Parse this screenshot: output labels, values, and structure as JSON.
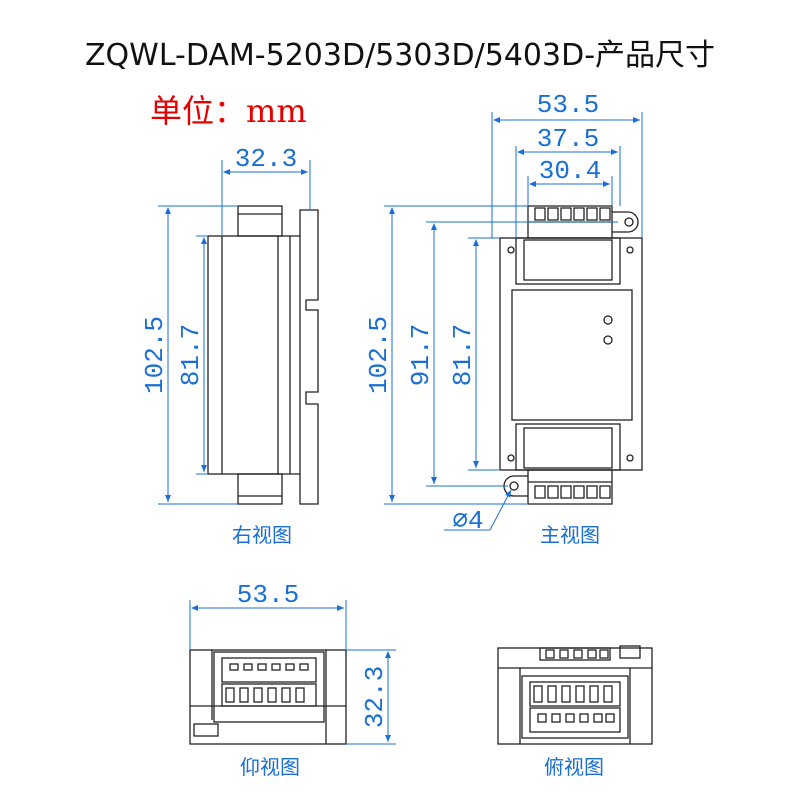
{
  "title": "ZQWL-DAM-5203D/5303D/5403D-产品尺寸",
  "unit_label": "单位：mm",
  "colors": {
    "outline": "#222222",
    "dimension": "#1a6fd6",
    "unit": "#e60000",
    "label": "#1a6fd6"
  },
  "views": {
    "right": {
      "label": "右视图",
      "width": "32.3",
      "height_total": "102.5",
      "height_body": "81.7"
    },
    "front": {
      "label": "主视图",
      "width_total": "53.5",
      "width_mid": "37.5",
      "width_terminal": "30.4",
      "height_total": "102.5",
      "height_holes": "91.7",
      "height_body": "81.7",
      "hole_diameter": "⌀4"
    },
    "bottom": {
      "label": "仰视图",
      "width": "53.5",
      "depth": "32.3"
    },
    "top": {
      "label": "俯视图"
    }
  }
}
